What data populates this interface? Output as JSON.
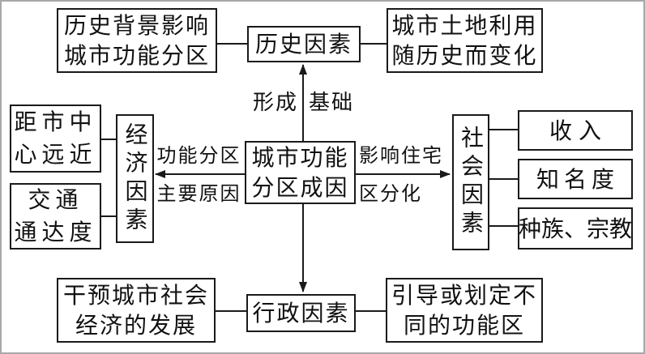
{
  "colors": {
    "background": "#ffffff",
    "box_border": "#1a1a1a",
    "line": "#1a1a1a",
    "outer_frame": "#a8a8a8"
  },
  "diagram": {
    "center": {
      "line1": "城市功能",
      "line2": "分区成因"
    },
    "history": {
      "factor": "历史因素",
      "cause": {
        "line1": "历史背景影响",
        "line2": "城市功能分区"
      },
      "effect": {
        "line1": "城市土地利用",
        "line2": "随历史而变化"
      },
      "arrow_label_left": "形成",
      "arrow_label_right": "基础"
    },
    "economic": {
      "factor": "经济因素",
      "arrow_label_top": "功能分区",
      "arrow_label_bottom": "主要原因",
      "aspect_distance": {
        "line1": "距市中",
        "line2": "心远近"
      },
      "aspect_traffic": {
        "line1": "交通",
        "line2": "通达度"
      }
    },
    "social": {
      "factor": "社会因素",
      "arrow_label_top": "影响住宅",
      "arrow_label_bottom": "区分化",
      "aspects": [
        "收入",
        "知名度",
        "种族、宗教"
      ]
    },
    "administrative": {
      "factor": "行政因素",
      "action": {
        "line1": "干预城市社会",
        "line2": "经济的发展"
      },
      "effect": {
        "line1": "引导或划定不",
        "line2": "同的功能区"
      }
    }
  }
}
